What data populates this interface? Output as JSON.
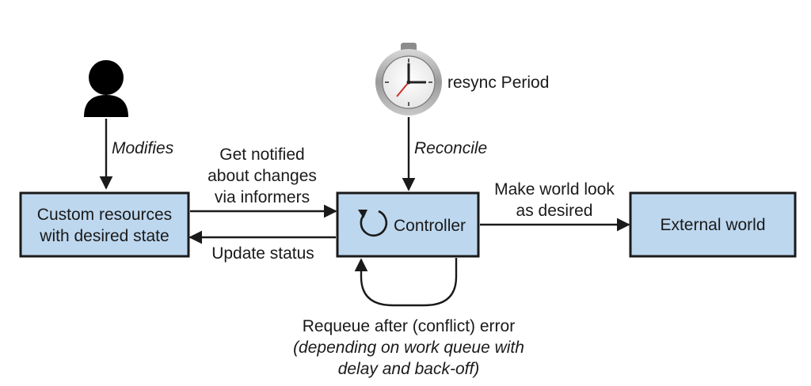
{
  "nodes": {
    "custom_resources": {
      "line1": "Custom resources",
      "line2": "with desired state"
    },
    "controller": {
      "label": "Controller"
    },
    "external_world": {
      "label": "External world"
    }
  },
  "actors": {
    "user_icon": "person-icon",
    "clock_icon": "stopwatch-icon",
    "clock_label": "resync Period"
  },
  "edges": {
    "modifies": "Modifies",
    "reconcile": "Reconcile",
    "get_notified": {
      "line1": "Get notified",
      "line2": "about changes",
      "line3": "via informers"
    },
    "update_status": "Update status",
    "make_world": {
      "line1": "Make world look",
      "line2": "as desired"
    },
    "requeue": {
      "line1": "Requeue after (conflict) error",
      "line2": "(depending on work queue with",
      "line3": "delay and back-off)"
    }
  },
  "colors": {
    "box_fill": "#bdd7ee",
    "stroke": "#1a1a1a",
    "clock_hand_red": "#d0312d"
  }
}
